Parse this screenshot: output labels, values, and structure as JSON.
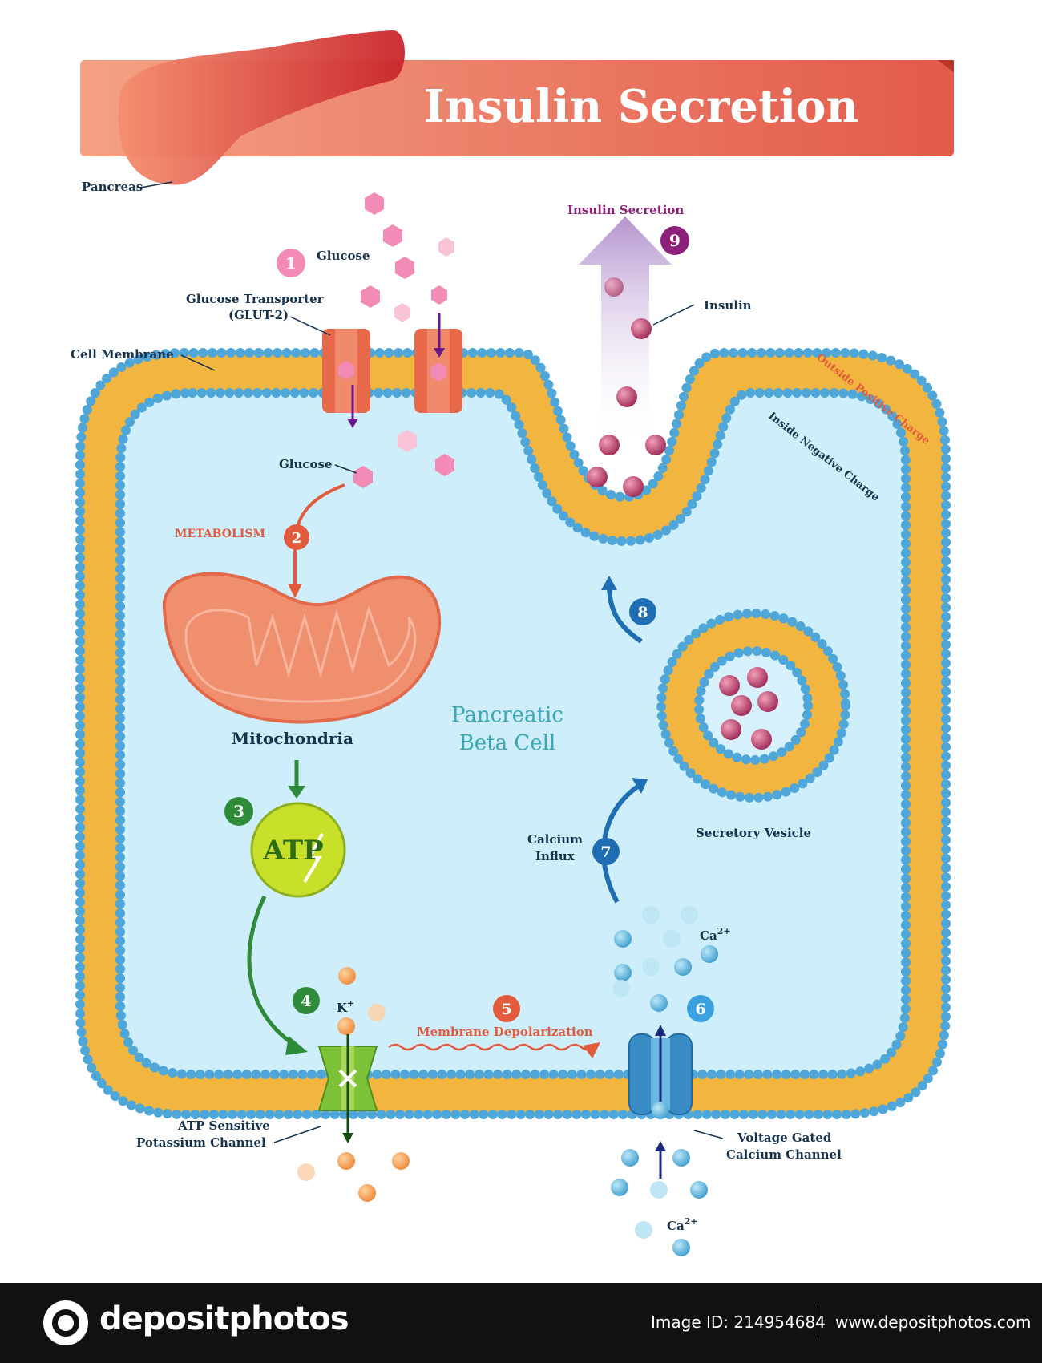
{
  "title": "Insulin Secretion",
  "labels": {
    "pancreas": "Pancreas",
    "glucose_top": "Glucose",
    "glut_line1": "Glucose Transporter",
    "glut_line2": "(GLUT-2)",
    "cell_membrane": "Cell Membrane",
    "glucose_inside": "Glucose",
    "metabolism": "METABOLISM",
    "mitochondria": "Mitochondria",
    "atp": "ATP",
    "k_ion": "K",
    "k_sup": "+",
    "membrane_depolarization": "Membrane Depolarization",
    "atp_channel_line1": "ATP Sensitive",
    "atp_channel_line2": "Potassium Channel",
    "voltage_line1": "Voltage Gated",
    "voltage_line2": "Calcium Channel",
    "ca_ion": "Ca",
    "ca_sup": "2+",
    "calcium_influx_line1": "Calcium",
    "calcium_influx_line2": "Influx",
    "secretory_vesicle": "Secretory Vesicle",
    "pancreatic_line1": "Pancreatic",
    "pancreatic_line2": "Beta Cell",
    "insulin_secretion": "Insulin Secretion",
    "insulin": "Insulin",
    "outside_charge": "Outside Positive Charge",
    "inside_charge": "Inside Negative Charge"
  },
  "steps": [
    "1",
    "2",
    "3",
    "4",
    "5",
    "6",
    "7",
    "8",
    "9"
  ],
  "footer": {
    "brand": "depositphotos",
    "image_id": "Image ID: 214954684",
    "site": "www.depositphotos.com"
  },
  "colors": {
    "title_banner": "#e8735f",
    "membrane_bead": "#4fa6d8",
    "membrane_tail": "#f2b53f",
    "cytoplasm": "#cdeefa",
    "mitochondria": "#f08f6e",
    "glucose": "#f28bb5",
    "atp": "#c8e02a",
    "potassium": "#f7a95a",
    "calcium": "#7cc8e6",
    "insulin": "#c0456a",
    "step_pink": "#f28bb5",
    "step_orange": "#e25b3c",
    "step_green": "#2e8b3a",
    "step_blue": "#1f6db3",
    "step_purple": "#8e1f7a"
  }
}
